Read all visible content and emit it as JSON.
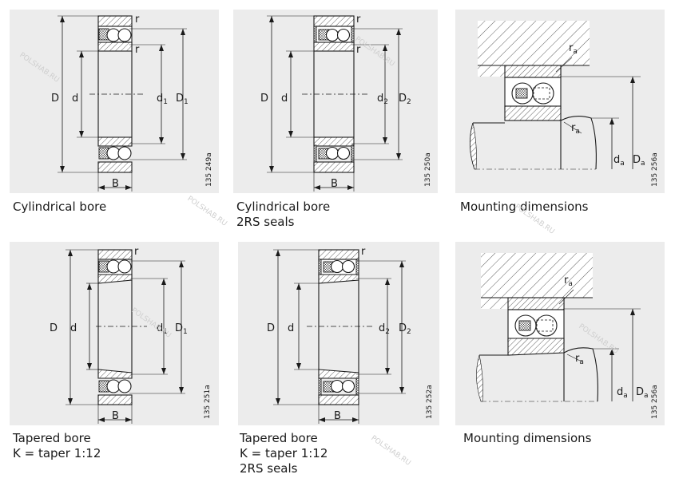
{
  "watermark": "POLSHAB.RU",
  "panels": [
    {
      "id": "cyl",
      "code": "135 249a",
      "labels": {
        "D": "D",
        "d": "d",
        "d1": "d",
        "d1_sub": "1",
        "D1": "D",
        "D1_sub": "1",
        "B": "B",
        "r1": "r",
        "r2": "r"
      },
      "caption": [
        "Cylindrical bore"
      ]
    },
    {
      "id": "cyl-2rs",
      "code": "135 250a",
      "labels": {
        "D": "D",
        "d": "d",
        "d2": "d",
        "d2_sub": "2",
        "D2": "D",
        "D2_sub": "2",
        "B": "B",
        "r1": "r",
        "r2": "r"
      },
      "caption": [
        "Cylindrical bore",
        "2RS seals"
      ]
    },
    {
      "id": "mount1",
      "code": "135 256a",
      "labels": {
        "ra_top": "r",
        "ra_top_sub": "a",
        "ra_bot": "r",
        "ra_bot_sub": "a",
        "da": "d",
        "da_sub": "a",
        "Da": "D",
        "Da_sub": "a"
      },
      "caption": [
        "Mounting dimensions"
      ]
    },
    {
      "id": "tap",
      "code": "135 251a",
      "labels": {
        "D": "D",
        "d": "d",
        "d1": "d",
        "d1_sub": "1",
        "D1": "D",
        "D1_sub": "1",
        "B": "B",
        "r1": "r"
      },
      "caption": [
        "Tapered bore",
        "K = taper 1:12"
      ]
    },
    {
      "id": "tap-2rs",
      "code": "135 252a",
      "labels": {
        "D": "D",
        "d": "d",
        "d2": "d",
        "d2_sub": "2",
        "D2": "D",
        "D2_sub": "2",
        "B": "B",
        "r1": "r"
      },
      "caption": [
        "Tapered bore",
        "K = taper 1:12",
        "2RS seals"
      ]
    },
    {
      "id": "mount2",
      "code": "135 256a",
      "labels": {
        "ra_top": "r",
        "ra_top_sub": "a",
        "ra_bot": "r",
        "ra_bot_sub": "a",
        "da": "d",
        "da_sub": "a",
        "Da": "D",
        "Da_sub": "a"
      },
      "caption": [
        "Mounting dimensions"
      ]
    }
  ]
}
